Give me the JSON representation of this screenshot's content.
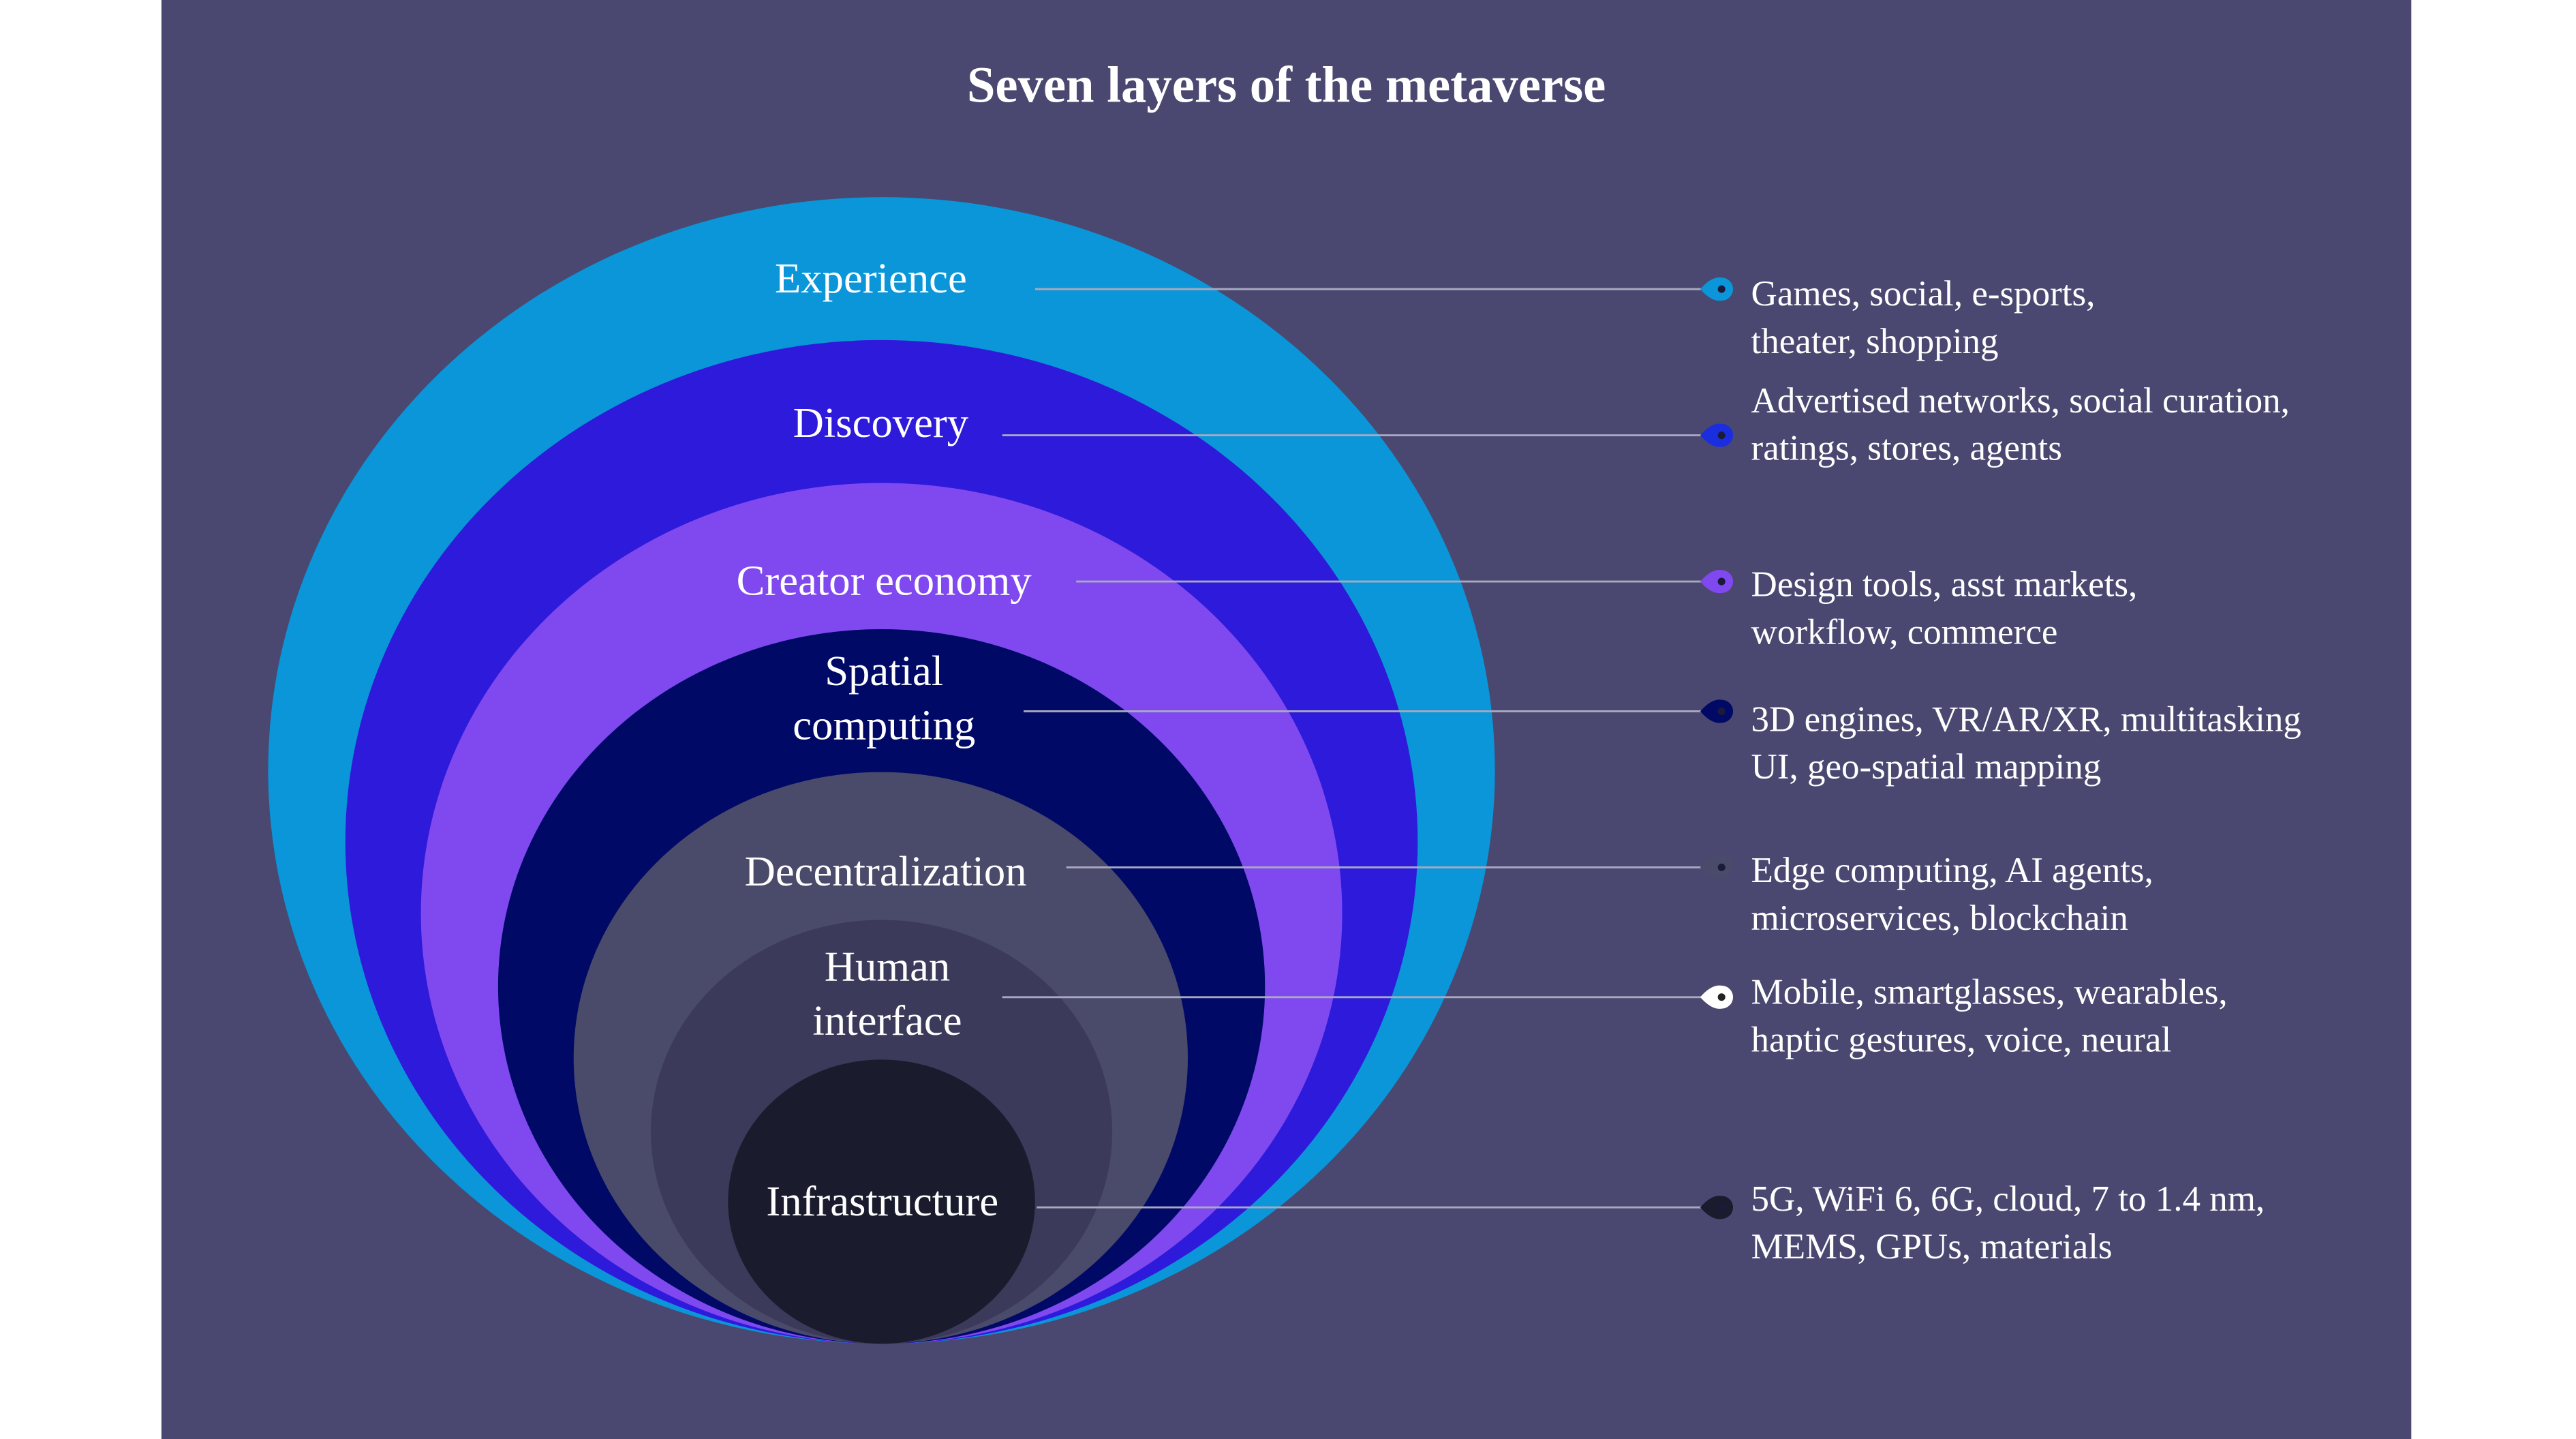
{
  "title": "Seven layers of the metaverse",
  "layers": [
    {
      "name": "Experience",
      "label_lines": [
        "Experience"
      ],
      "color": "#0a96d8",
      "desc_lines": [
        "Games, social, e-sports,",
        "theater, shopping"
      ]
    },
    {
      "name": "Discovery",
      "label_lines": [
        "Discovery"
      ],
      "color": "#2e1adb",
      "desc_lines": [
        "Advertised networks, social curation,",
        "ratings, stores, agents"
      ]
    },
    {
      "name": "Creator economy",
      "label_lines": [
        "Creator economy"
      ],
      "color": "#8048ef",
      "desc_lines": [
        "Design tools, asst markets,",
        "workflow, commerce"
      ]
    },
    {
      "name": "Spatial computing",
      "label_lines": [
        "Spatial",
        "computing"
      ],
      "color": "#000a66",
      "desc_lines": [
        "3D engines, VR/AR/XR, multitasking",
        "UI, geo-spatial mapping"
      ]
    },
    {
      "name": "Decentralization",
      "label_lines": [
        "Decentralization"
      ],
      "color": "#4a4a6a",
      "desc_lines": [
        "Edge computing, AI agents,",
        "microservices, blockchain"
      ]
    },
    {
      "name": "Human interface",
      "label_lines": [
        "Human",
        "interface"
      ],
      "color": "#3c3a5a",
      "desc_lines": [
        "Mobile, smartglasses, wearables,",
        "haptic gestures, voice, neural"
      ]
    },
    {
      "name": "Infrastructure",
      "label_lines": [
        "Infrastructure"
      ],
      "color": "#1a1c2e",
      "desc_lines": [
        "5G, WiFi 6, 6G, cloud, 7 to 1.4 nm,",
        "MEMS, GPUs, materials"
      ]
    }
  ],
  "marker_colors": [
    "#0a96d8",
    "#1a2ee0",
    "#8048ef",
    "#000a66",
    "#4a4a6a",
    "#ffffff",
    "#1a1c2e"
  ],
  "background": "#4a4870"
}
